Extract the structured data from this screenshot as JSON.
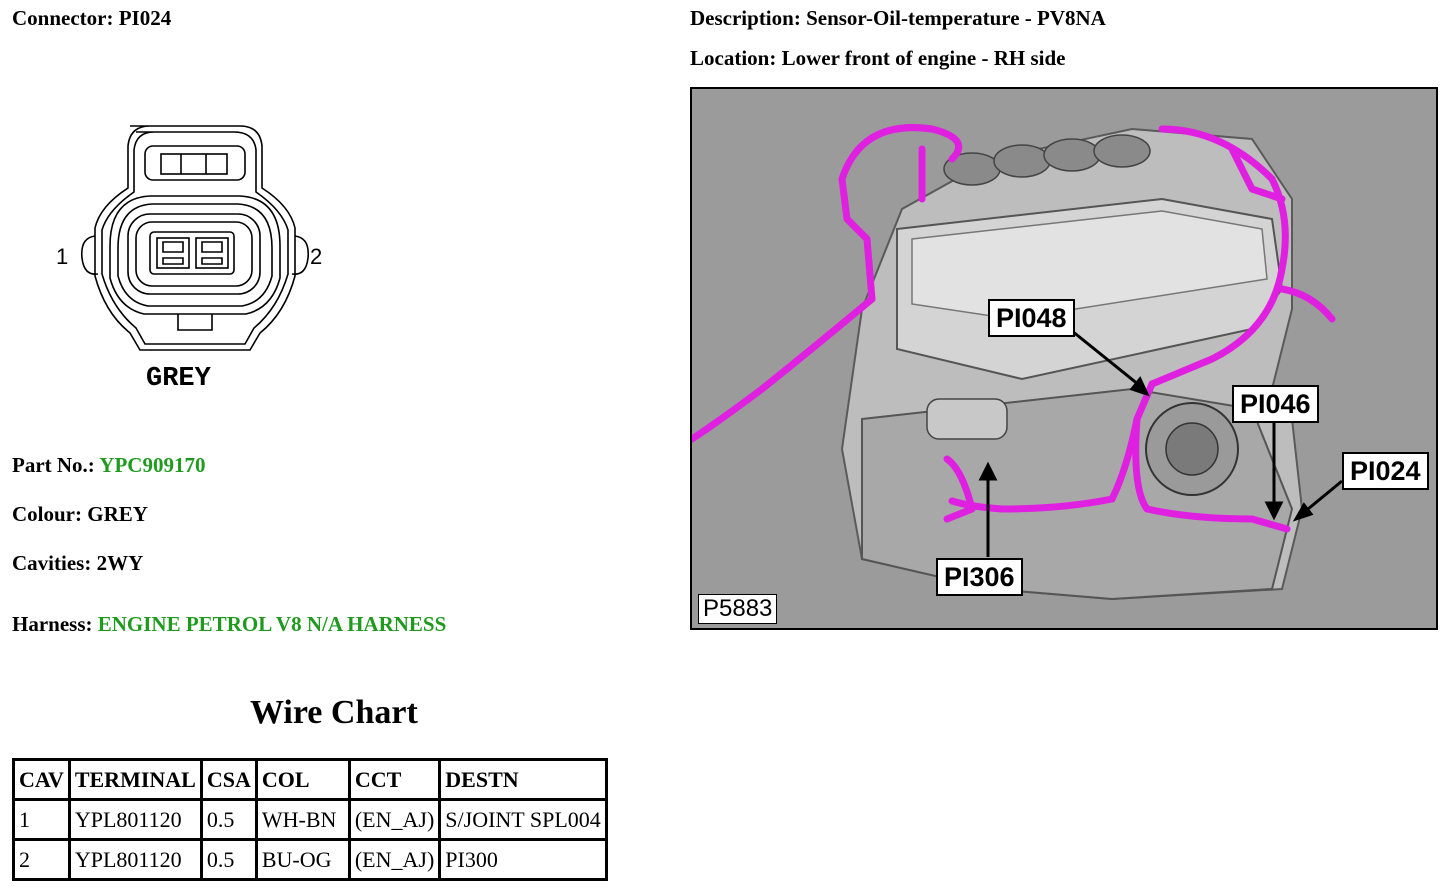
{
  "connector": {
    "label": "Connector:",
    "value": "PI024"
  },
  "description": {
    "label": "Description:",
    "value": "Sensor-Oil-temperature - PV8NA"
  },
  "location": {
    "label": "Location:",
    "value": "Lower front of engine - RH side"
  },
  "diagram": {
    "pin_left": "1",
    "pin_right": "2",
    "colour_caption": "GREY"
  },
  "part_no": {
    "label": "Part No.:",
    "value": "YPC909170"
  },
  "colour": {
    "label": "Colour:",
    "value": "GREY"
  },
  "cavities": {
    "label": "Cavities:",
    "value": "2WY"
  },
  "harness": {
    "label": "Harness:",
    "value": "ENGINE PETROL V8 N/A HARNESS"
  },
  "wire_chart": {
    "title": "Wire Chart",
    "columns": [
      "CAV",
      "TERMINAL",
      "CSA",
      "COL",
      "CCT",
      "DESTN"
    ],
    "rows": [
      [
        "1",
        "YPL801120",
        "0.5",
        "WH-BN",
        "(EN_AJ)",
        "S/JOINT SPL004"
      ],
      [
        "2",
        "YPL801120",
        "0.5",
        "BU-OG",
        "(EN_AJ)",
        "PI300"
      ]
    ]
  },
  "engine_image": {
    "callouts": {
      "pi048": "PI048",
      "pi046": "PI046",
      "pi024": "PI024",
      "pi306": "PI306"
    },
    "figure_code": "P5883"
  },
  "colors": {
    "link_green": "#1f9a1f",
    "harness_magenta": "#e020e0",
    "image_bg": "#9b9b9b"
  }
}
